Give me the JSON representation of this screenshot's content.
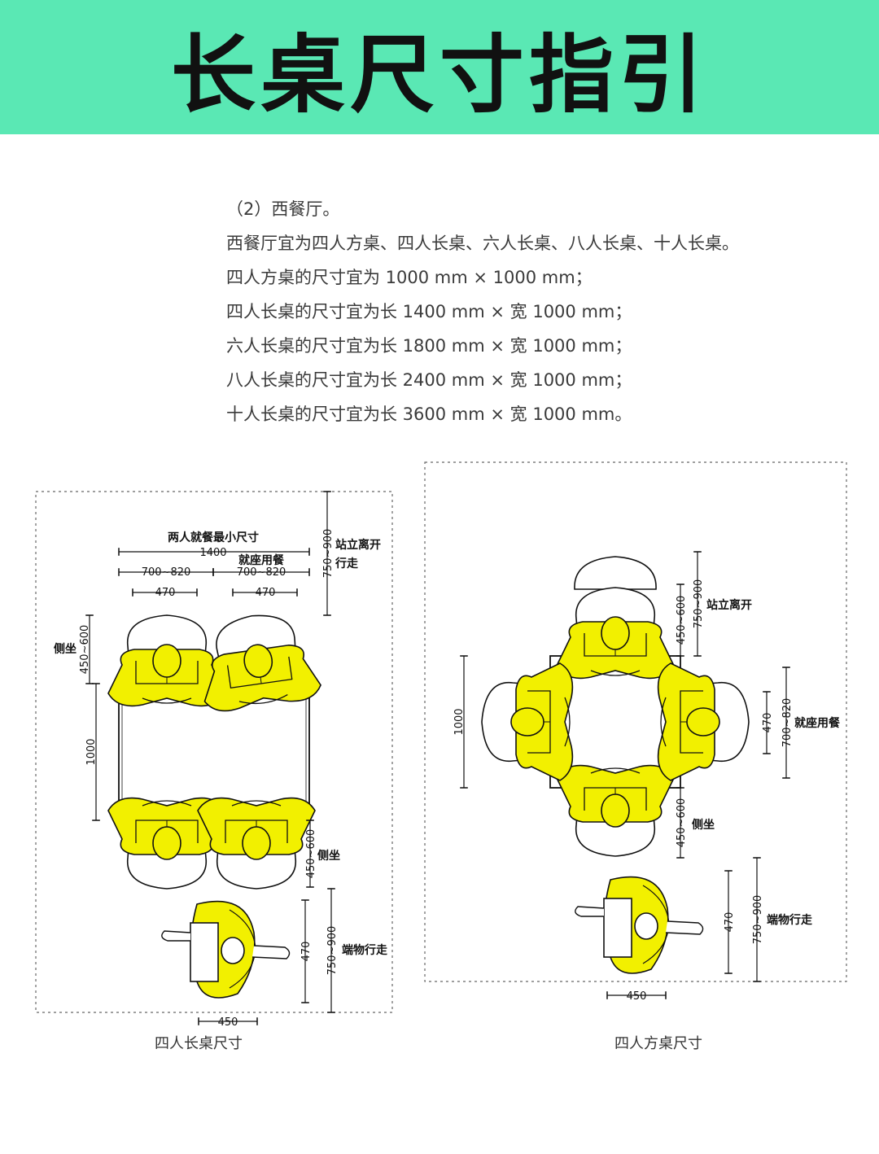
{
  "header": {
    "title": "长桌尺寸指引"
  },
  "text": {
    "lines": [
      "（2）西餐厅。",
      "西餐厅宜为四人方桌、四人长桌、六人长桌、八人长桌、十人长桌。",
      "四人方桌的尺寸宜为 1000 mm × 1000 mm；",
      "四人长桌的尺寸宜为长 1400 mm × 宽 1000 mm；",
      "六人长桌的尺寸宜为长 1800 mm × 宽 1000 mm；",
      "八人长桌的尺寸宜为长 2400 mm × 宽 1000 mm；",
      "十人长桌的尺寸宜为长 3600 mm × 宽 1000 mm。"
    ]
  },
  "diagram_left": {
    "caption": "四人长桌尺寸",
    "label_min_two": "两人就餐最小尺寸",
    "dim_1400": "1400",
    "label_seated": "就座用餐",
    "dim_700_820_a": "700~820",
    "dim_700_820_b": "700~820",
    "dim_470_a": "470",
    "dim_470_b": "470",
    "dim_750_900_top": "750~900",
    "label_stand_1": "站立离开",
    "label_stand_2": "行走",
    "label_side": "侧坐",
    "dim_450_600_left": "450~600",
    "dim_1000": "1000",
    "dim_450_600_right": "450~600",
    "label_side_2": "侧坐",
    "dim_470_bottom": "470",
    "dim_750_900_bottom": "750~900",
    "label_carry": "端物行走",
    "dim_450": "450"
  },
  "diagram_right": {
    "caption": "四人方桌尺寸",
    "dim_450_600_top": "450~600",
    "dim_750_900_top": "750~900",
    "label_stand": "站立离开",
    "dim_1000": "1000",
    "dim_470": "470",
    "dim_700_820": "700~820",
    "label_seated": "就座用餐",
    "dim_450_600_bottom": "450~600",
    "label_side": "侧坐",
    "dim_470_bottom": "470",
    "dim_750_900_bottom": "750~900",
    "label_carry": "端物行走",
    "dim_450": "450"
  },
  "colors": {
    "banner": "#5ae8b4",
    "person": "#f2f000",
    "outline": "#111111",
    "chair": "#ffffff"
  }
}
